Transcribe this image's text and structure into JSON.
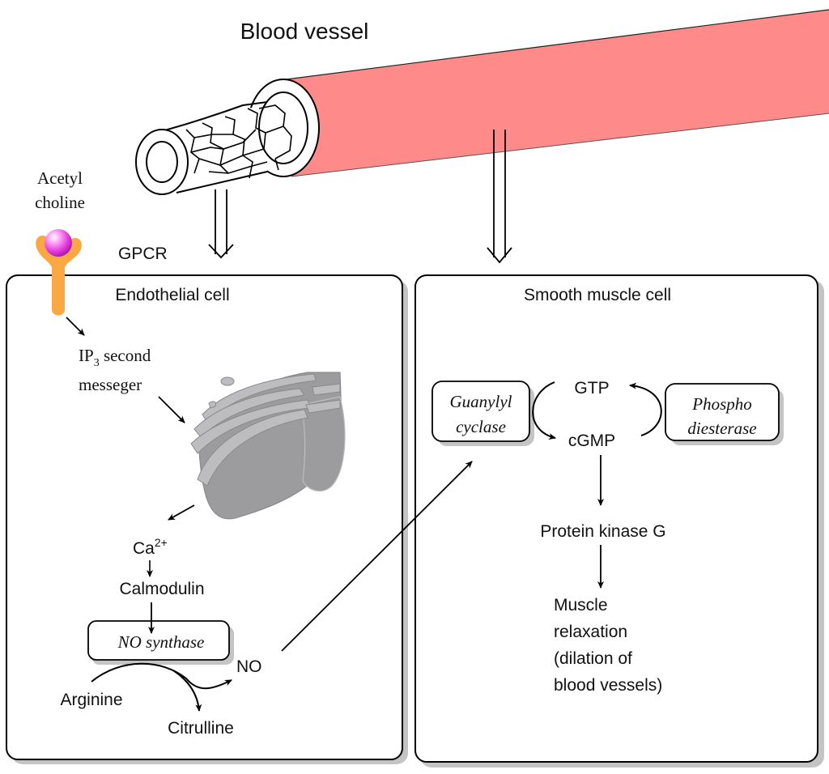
{
  "title": "Blood vessel",
  "colors": {
    "vessel": "#ff8a8a",
    "receptor": "#f9a843",
    "ligand": "#e63fe0",
    "organelle_dark": "#9c9c9f",
    "organelle_light": "#bdbdc0",
    "shadow": "#c4c4c4"
  },
  "ligand": {
    "line1": "Acetyl",
    "line2": "choline"
  },
  "receptor": {
    "label": "GPCR"
  },
  "endothelial": {
    "title": "Endothelial cell",
    "ip3": {
      "prefix": "IP",
      "sub": "3",
      "suffix": " second",
      "line2": "messeger"
    },
    "calcium": {
      "base": "Ca",
      "sup": "2+"
    },
    "calmodulin": "Calmodulin",
    "enzyme": "NO synthase",
    "substrate": "Arginine",
    "product_no": "NO",
    "product_citrulline": "Citrulline"
  },
  "smooth_muscle": {
    "title": "Smooth muscle cell",
    "enzyme_left": {
      "line1": "Guanylyl",
      "line2": "cyclase"
    },
    "enzyme_right": {
      "line1": "Phospho",
      "line2": "diesterase"
    },
    "gtp": "GTP",
    "cgmp": "cGMP",
    "kinase": "Protein kinase G",
    "outcome": [
      "Muscle",
      "relaxation",
      "(dilation of",
      "blood vessels)"
    ]
  }
}
